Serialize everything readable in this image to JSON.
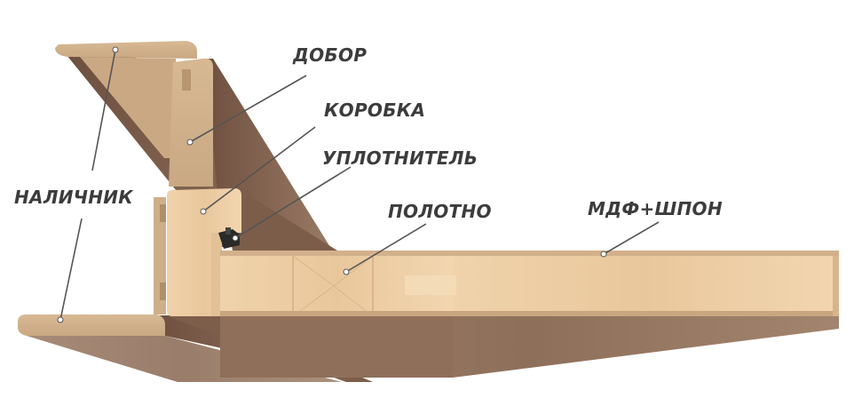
{
  "labels": {
    "dobor": "ДОБОР",
    "korobka": "КОРОБКА",
    "uplotnitel": "УПЛОТНИТЕЛЬ",
    "polotno": "ПОЛОТНО",
    "mdf_shpon": "МДФ+ШПОН",
    "nalichnik": "НАЛИЧНИК"
  },
  "colors": {
    "label_text": "#3c3c3c",
    "leader_line": "#555555",
    "mdf_core": "#cfae8a",
    "veneer_face": "#8a6a55",
    "light_wood": "#efd2aa",
    "seal": "#2a2a2a"
  }
}
